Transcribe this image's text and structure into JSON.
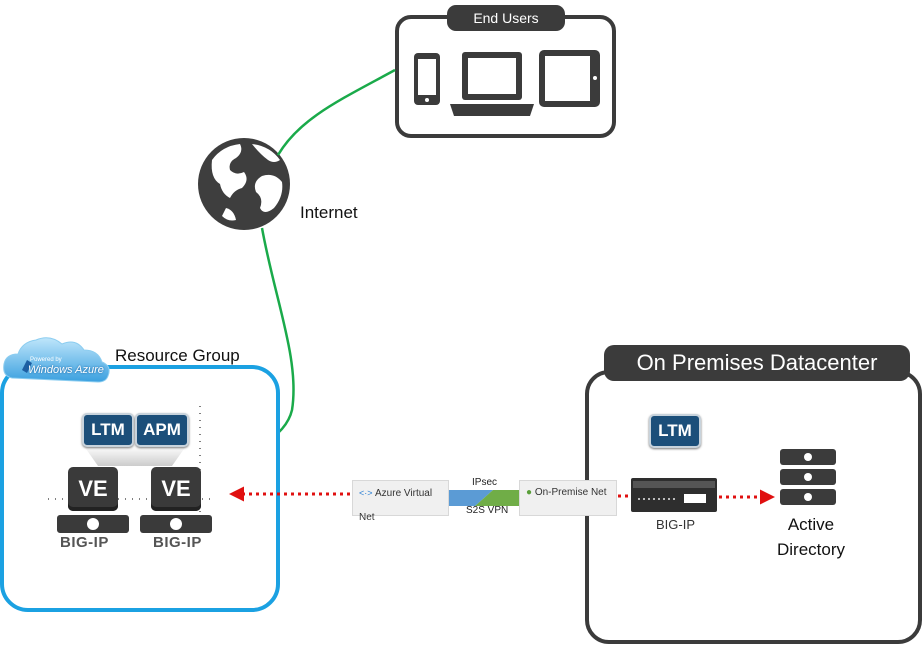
{
  "end_users": {
    "label": "End Users"
  },
  "internet": {
    "label": "Internet"
  },
  "azure": {
    "logo_small_text": "Powered by",
    "logo_text": "Windows Azure",
    "resource_group_label": "Resource Group",
    "modules": [
      "LTM",
      "APM"
    ],
    "ve_labels": [
      "VE",
      "VE"
    ],
    "bigip_labels": [
      "BIG-IP",
      "BIG-IP"
    ]
  },
  "vpn": {
    "left_label": "Azure Virtual Net",
    "right_label": "On-Premise Net",
    "top_label": "IPsec",
    "bottom_label": "S2S VPN"
  },
  "datacenter": {
    "title": "On Premises Datacenter",
    "module": "LTM",
    "bigip_label": "BIG-IP",
    "active_directory_label": "Active Directory"
  },
  "colors": {
    "green_link": "#1aaa4a",
    "red_link": "#e01010",
    "azure_border": "#1ba1e2",
    "dark_border": "#3b3b3b",
    "module_blue": "#1c4f7a",
    "vpn_blue": "#5b9bd5",
    "vpn_green": "#70ad47"
  }
}
